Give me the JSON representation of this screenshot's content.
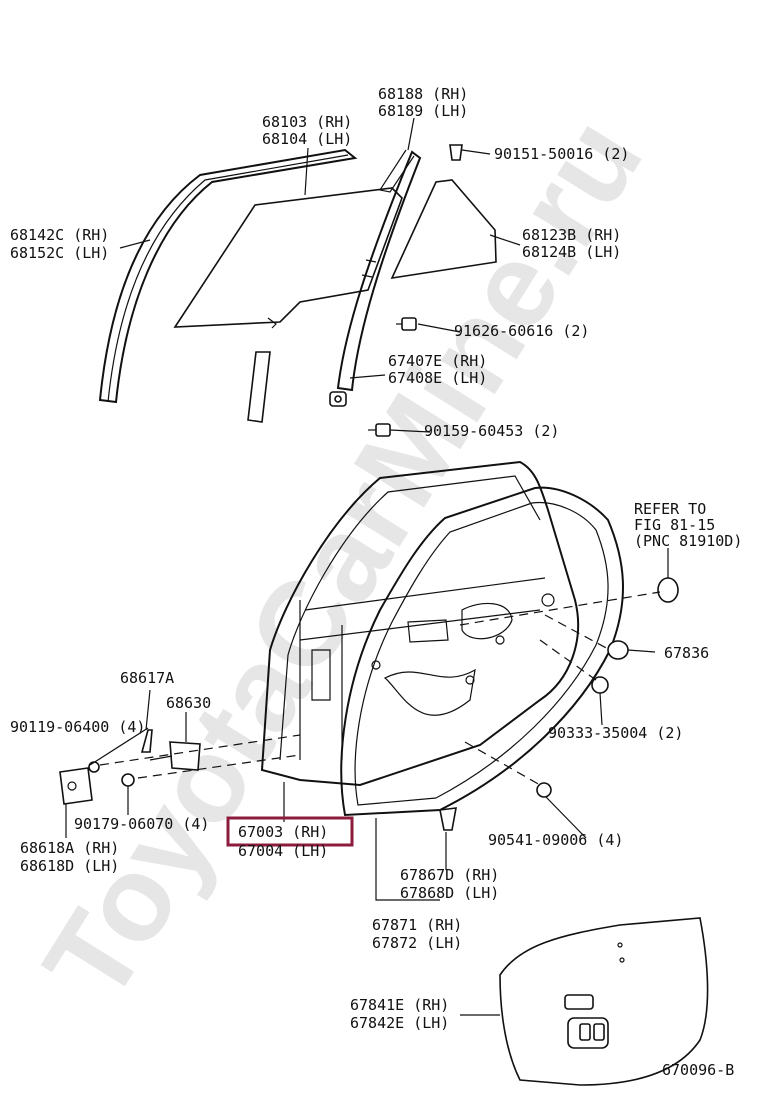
{
  "watermark": "ToyotaCarMine.ru",
  "figure_id": "670096-B",
  "refer_note": [
    "REFER TO",
    "FIG 81-15",
    "(PNC 81910D)"
  ],
  "highlighted_part": "67003 (RH)",
  "callouts": {
    "p68188": [
      "68188 (RH)",
      "68189 (LH)"
    ],
    "p68103": [
      "68103 (RH)",
      "68104 (LH)"
    ],
    "p90151": [
      "90151-50016 (2)"
    ],
    "p68142": [
      "68142C (RH)",
      "68152C (LH)"
    ],
    "p68123": [
      "68123B (RH)",
      "68124B (LH)"
    ],
    "p91626": [
      "91626-60616 (2)"
    ],
    "p67407": [
      "67407E (RH)",
      "67408E (LH)"
    ],
    "p90159": [
      "90159-60453 (2)"
    ],
    "p67836": [
      "67836"
    ],
    "p68617": [
      "68617A"
    ],
    "p68630": [
      "68630"
    ],
    "p90119": [
      "90119-06400 (4)"
    ],
    "p90333": [
      "90333-35004 (2)"
    ],
    "p90179": [
      "90179-06070 (4)"
    ],
    "p90541": [
      "90541-09006 (4)"
    ],
    "p67003": [
      "67003 (RH)",
      "67004 (LH)"
    ],
    "p68618": [
      "68618A (RH)",
      "68618D (LH)"
    ],
    "p67867": [
      "67867D (RH)",
      "67868D (LH)"
    ],
    "p67871": [
      "67871 (RH)",
      "67872 (LH)"
    ],
    "p67841": [
      "67841E (RH)",
      "67842E (LH)"
    ]
  }
}
